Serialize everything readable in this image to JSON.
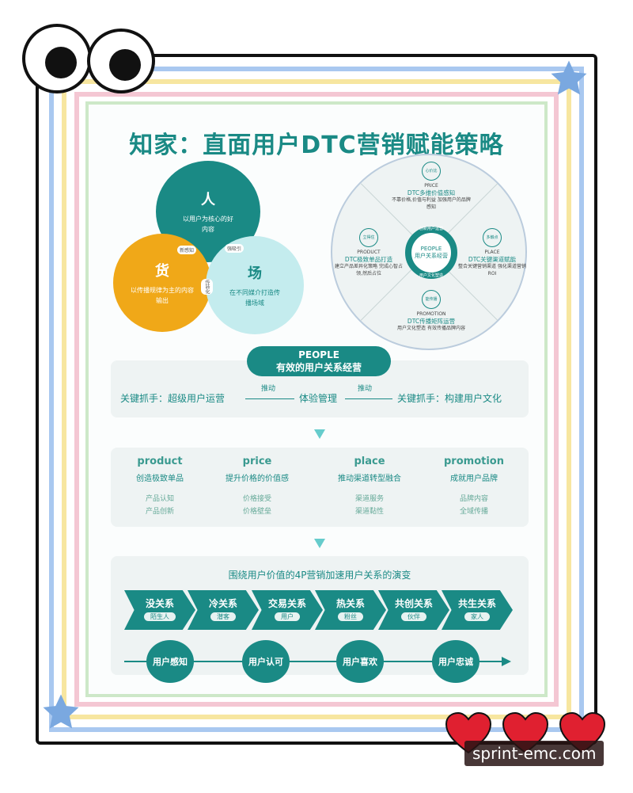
{
  "title": "知家：直面用户DTC营销赋能策略",
  "venn": {
    "people": {
      "label": "人",
      "desc": "以用户为核心的好内容"
    },
    "goods": {
      "label": "货",
      "desc": "以传播规律为主的内容输出"
    },
    "place": {
      "label": "场",
      "desc": "在不同媒介打造传播场域"
    },
    "tags": [
      "新感知",
      "强吸引",
      "传转化"
    ]
  },
  "wheel": {
    "center": {
      "en": "PEOPLE",
      "cn": "用户关系经营",
      "top": "创新用户运营",
      "bottom": "用户文化塑造"
    },
    "quadrants": [
      {
        "badge": "心价比",
        "en": "PRICE",
        "title": "DTC多维价值感知",
        "desc": "不靠价格,价值与利益 加强用户的品牌感知"
      },
      {
        "badge": "立得住",
        "en": "PRODUCT",
        "title": "DTC极致单品打造",
        "desc": "建立产品差异化策略 完成心智占领,然后占位"
      },
      {
        "badge": "多触点",
        "en": "PLACE",
        "title": "DTC关键渠道赋能",
        "desc": "整合关键营销渠道 强化渠道营销ROI"
      },
      {
        "badge": "能传播",
        "en": "PROMOTION",
        "title": "DTC传播矩阵运营",
        "desc": "用户文化塑造 有效传播品牌内容"
      }
    ]
  },
  "people_section": {
    "pill_en": "PEOPLE",
    "pill_cn": "有效的用户关系经营",
    "left": "关键抓手：超级用户运营",
    "center": "体验管理",
    "right": "关键抓手：构建用户文化",
    "push_left": "推动",
    "push_right": "推动"
  },
  "four_p": [
    {
      "en": "product",
      "cn": "创造极致单品",
      "items": [
        "产品认知",
        "产品创新"
      ]
    },
    {
      "en": "price",
      "cn": "提升价格的价值感",
      "items": [
        "价格接受",
        "价格壁垒"
      ]
    },
    {
      "en": "place",
      "cn": "推动渠道转型融合",
      "items": [
        "渠道服务",
        "渠道黏性"
      ]
    },
    {
      "en": "promotion",
      "cn": "成就用户品牌",
      "items": [
        "品牌内容",
        "全域传播"
      ]
    }
  ],
  "evolution": {
    "title": "围绕用户价值的4P营销加速用户关系的演变",
    "relations": [
      {
        "name": "没关系",
        "sub": "陌生人"
      },
      {
        "name": "冷关系",
        "sub": "潜客"
      },
      {
        "name": "交易关系",
        "sub": "用户"
      },
      {
        "name": "热关系",
        "sub": "粉丝"
      },
      {
        "name": "共创关系",
        "sub": "伙伴"
      },
      {
        "name": "共生关系",
        "sub": "家人"
      }
    ],
    "stages": [
      "用户感知",
      "用户认可",
      "用户喜欢",
      "用户忠诚"
    ]
  },
  "watermark": "sprint-emc.com",
  "colors": {
    "teal": "#1a8a85",
    "orange": "#f0a818",
    "light_cyan": "#c4ecee"
  }
}
